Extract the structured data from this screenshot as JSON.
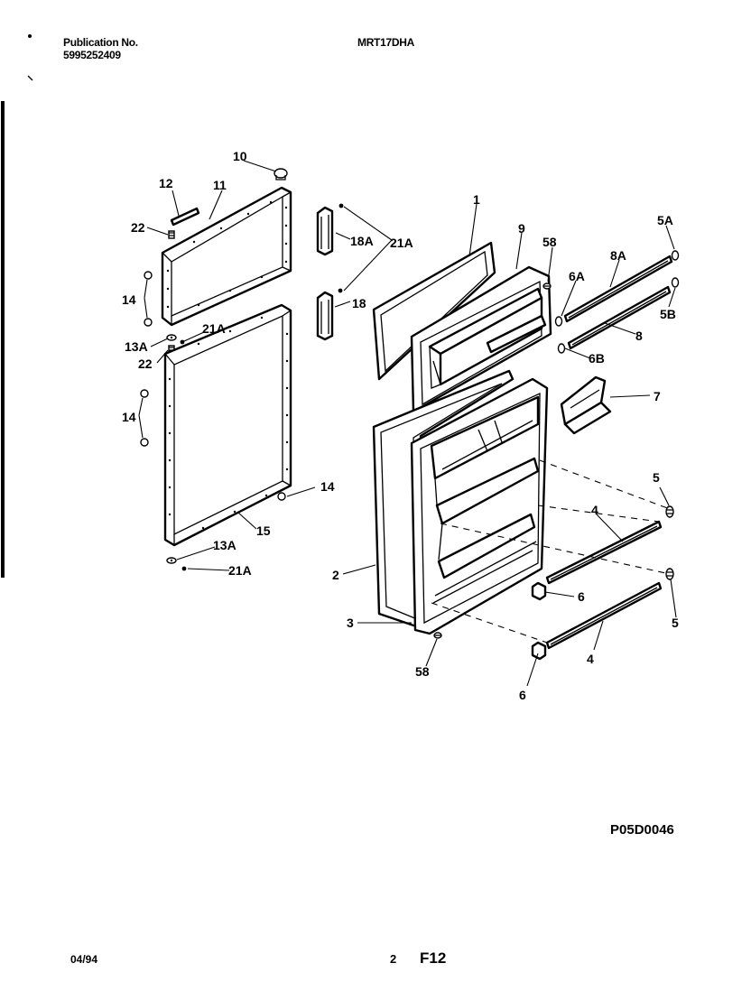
{
  "header": {
    "publication_label": "Publication No.",
    "publication_number": "5995252409",
    "model": "MRT17DHA"
  },
  "footer": {
    "date": "04/94",
    "page": "2",
    "figure": "F12"
  },
  "diagram": {
    "code": "P05D0046",
    "labels": {
      "l10": "10",
      "l12": "12",
      "l11": "11",
      "l22a": "22",
      "l14a": "14",
      "l13a": "13A",
      "l21a1": "21A",
      "l22b": "22",
      "l14b": "14",
      "l14c": "14",
      "l15": "15",
      "l13b": "13A",
      "l21a2": "21A",
      "l18a": "18A",
      "l21a3": "21A",
      "l18": "18",
      "l1": "1",
      "l9": "9",
      "l58a": "58",
      "l5a": "5A",
      "l8a": "8A",
      "l6a": "6A",
      "l5b": "5B",
      "l8": "8",
      "l6b": "6B",
      "l7": "7",
      "l5c": "5",
      "l4a": "4",
      "l6c": "6",
      "l5d": "5",
      "l2": "2",
      "l3": "3",
      "l58b": "58",
      "l4b": "4",
      "l6d": "6"
    }
  }
}
